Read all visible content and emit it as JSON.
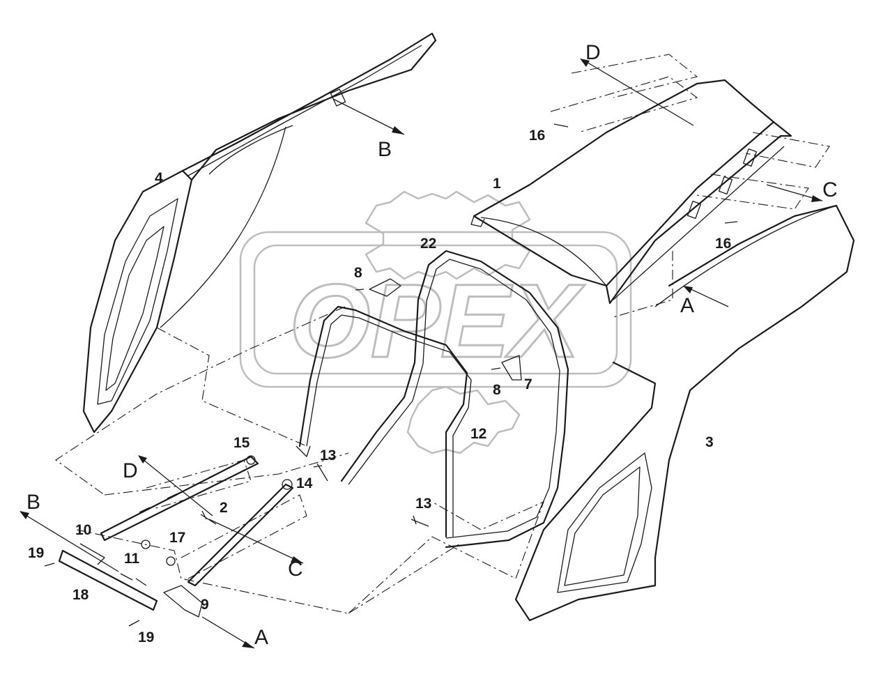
{
  "watermark": {
    "text": "OPEX"
  },
  "callouts": [
    {
      "id": "c1",
      "label": "1"
    },
    {
      "id": "c2",
      "label": "2"
    },
    {
      "id": "c3",
      "label": "3"
    },
    {
      "id": "c4",
      "label": "4"
    },
    {
      "id": "c7",
      "label": "7"
    },
    {
      "id": "c8a",
      "label": "8"
    },
    {
      "id": "c8b",
      "label": "8"
    },
    {
      "id": "c9",
      "label": "9"
    },
    {
      "id": "c10",
      "label": "10"
    },
    {
      "id": "c11",
      "label": "11"
    },
    {
      "id": "c12",
      "label": "12"
    },
    {
      "id": "c13a",
      "label": "13"
    },
    {
      "id": "c13b",
      "label": "13"
    },
    {
      "id": "c14",
      "label": "14"
    },
    {
      "id": "c15",
      "label": "15"
    },
    {
      "id": "c16a",
      "label": "16"
    },
    {
      "id": "c16b",
      "label": "16"
    },
    {
      "id": "c17",
      "label": "17"
    },
    {
      "id": "c18",
      "label": "18"
    },
    {
      "id": "c19a",
      "label": "19"
    },
    {
      "id": "c19b",
      "label": "19"
    },
    {
      "id": "c22",
      "label": "22"
    }
  ],
  "view_markers": [
    {
      "id": "vA1",
      "label": "A"
    },
    {
      "id": "vA2",
      "label": "A"
    },
    {
      "id": "vB1",
      "label": "B"
    },
    {
      "id": "vB2",
      "label": "B"
    },
    {
      "id": "vC1",
      "label": "C"
    },
    {
      "id": "vC2",
      "label": "C"
    },
    {
      "id": "vD1",
      "label": "D"
    },
    {
      "id": "vD2",
      "label": "D"
    }
  ]
}
